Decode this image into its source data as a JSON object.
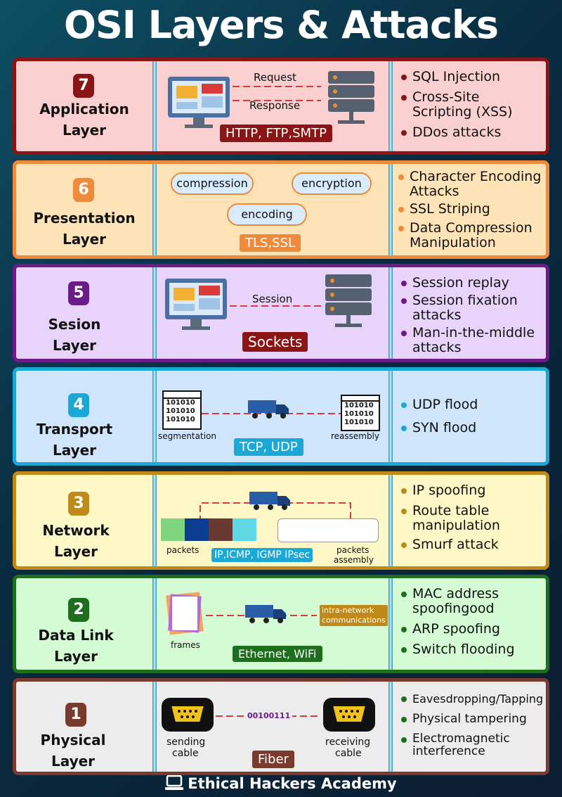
{
  "title": "OSI Layers & Attacks",
  "footer": "Ethical Hackers Academy",
  "layers": [
    {
      "number": "7",
      "name_line1": "Application",
      "name_line2": "Layer",
      "protocols": "HTTP, FTP,SMTP",
      "labels": {
        "request": "Request",
        "response": "Response"
      },
      "attacks": [
        "SQL Injection",
        "Cross-Site Scripting (XSS)",
        "DDos attacks"
      ],
      "colors": {
        "bg": "#f9cfcf",
        "border": "#8b1414",
        "accent": "#8b1414"
      }
    },
    {
      "number": "6",
      "name_line1": "Presentation",
      "name_line2": "Layer",
      "protocols": "TLS,SSL",
      "labels": {
        "compression": "compression",
        "encryption": "encryption",
        "encoding": "encoding"
      },
      "attacks": [
        "Character Encoding Attacks",
        "SSL Striping",
        "Data Compression Manipulation"
      ],
      "colors": {
        "bg": "#fde3b6",
        "border": "#ef8a3a",
        "accent": "#ef8a3a"
      }
    },
    {
      "number": "5",
      "name_line1": "Sesion",
      "name_line2": "Layer",
      "protocols": "Sockets",
      "labels": {
        "session": "Session"
      },
      "attacks": [
        "Session replay",
        "Session fixation attacks",
        "Man-in-the-middle attacks"
      ],
      "colors": {
        "bg": "#e8d4fb",
        "border": "#6d1a8a",
        "accent": "#6d1a8a"
      }
    },
    {
      "number": "4",
      "name_line1": "Transport",
      "name_line2": "Layer",
      "protocols": "TCP, UDP",
      "labels": {
        "segmentation": "segmentation",
        "reassembly": "reassembly",
        "bits": "101010"
      },
      "attacks": [
        "UDP flood",
        "SYN flood"
      ],
      "colors": {
        "bg": "#cfe5fb",
        "border": "#1aa9d6",
        "accent": "#1aa9d6"
      }
    },
    {
      "number": "3",
      "name_line1": "Network",
      "name_line2": "Layer",
      "protocols": "IP,ICMP, IGMP IPsec",
      "labels": {
        "packets": "packets",
        "packets_assembly_1": "packets",
        "packets_assembly_2": "assembly"
      },
      "attacks": [
        "IP spoofing",
        "Route table manipulation",
        "Smurf attack"
      ],
      "colors": {
        "bg": "#fdf8c6",
        "border": "#c08a1a",
        "accent": "#c08a1a"
      }
    },
    {
      "number": "2",
      "name_line1": "Data Link",
      "name_line2": "Layer",
      "protocols": "Ethernet, WiFi",
      "labels": {
        "frames": "frames",
        "intra_1": "intra-network",
        "intra_2": "communications"
      },
      "attacks": [
        "MAC address spoofingood",
        "ARP spoofing",
        "Switch flooding"
      ],
      "colors": {
        "bg": "#d4fbd4",
        "border": "#1d6e1d",
        "accent": "#1d6e1d"
      }
    },
    {
      "number": "1",
      "name_line1": "Physical",
      "name_line2": "Layer",
      "protocols": "Fiber",
      "labels": {
        "bits": "00100111",
        "sending_1": "sending",
        "sending_2": "cable",
        "receiving_1": "receiving",
        "receiving_2": "cable"
      },
      "attacks": [
        "Eavesdropping/Tapping",
        "Physical tampering",
        "Electromagnetic interference"
      ],
      "colors": {
        "bg": "#ececec",
        "border": "#7a3b2e",
        "accent": "#7a3b2e"
      }
    }
  ]
}
